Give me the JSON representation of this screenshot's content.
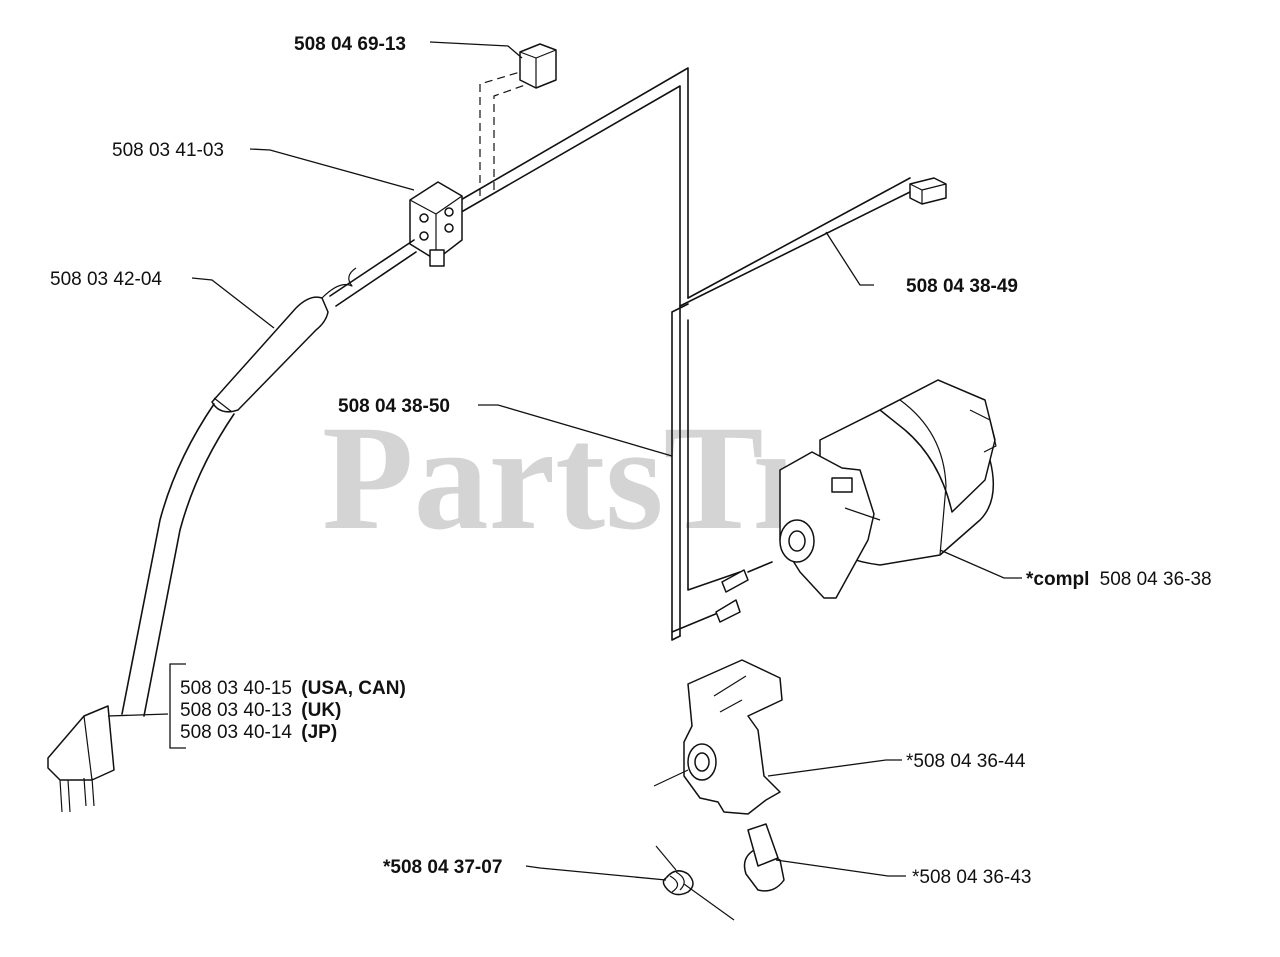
{
  "watermark": "PartsTree",
  "parts": {
    "p_69_13": {
      "number": "508 04 69-13"
    },
    "p_41_03": {
      "number": "508 03 41-03"
    },
    "p_42_04": {
      "number": "508 03 42-04"
    },
    "p_38_49": {
      "number": "508 04 38-49"
    },
    "p_38_50": {
      "number": "508 04 38-50"
    },
    "p_36_38": {
      "prefix": "*compl",
      "number": "508 04 36-38"
    },
    "p_36_44": {
      "number": "*508 04 36-44"
    },
    "p_37_07": {
      "number": "*508 04 37-07"
    },
    "p_36_43": {
      "number": "*508 04 36-43"
    },
    "power_cord": [
      {
        "number": "508 03 40-15",
        "region": "(USA, CAN)"
      },
      {
        "number": "508 03 40-13",
        "region": "(UK)"
      },
      {
        "number": "508 03 40-14",
        "region": "(JP)"
      }
    ]
  }
}
